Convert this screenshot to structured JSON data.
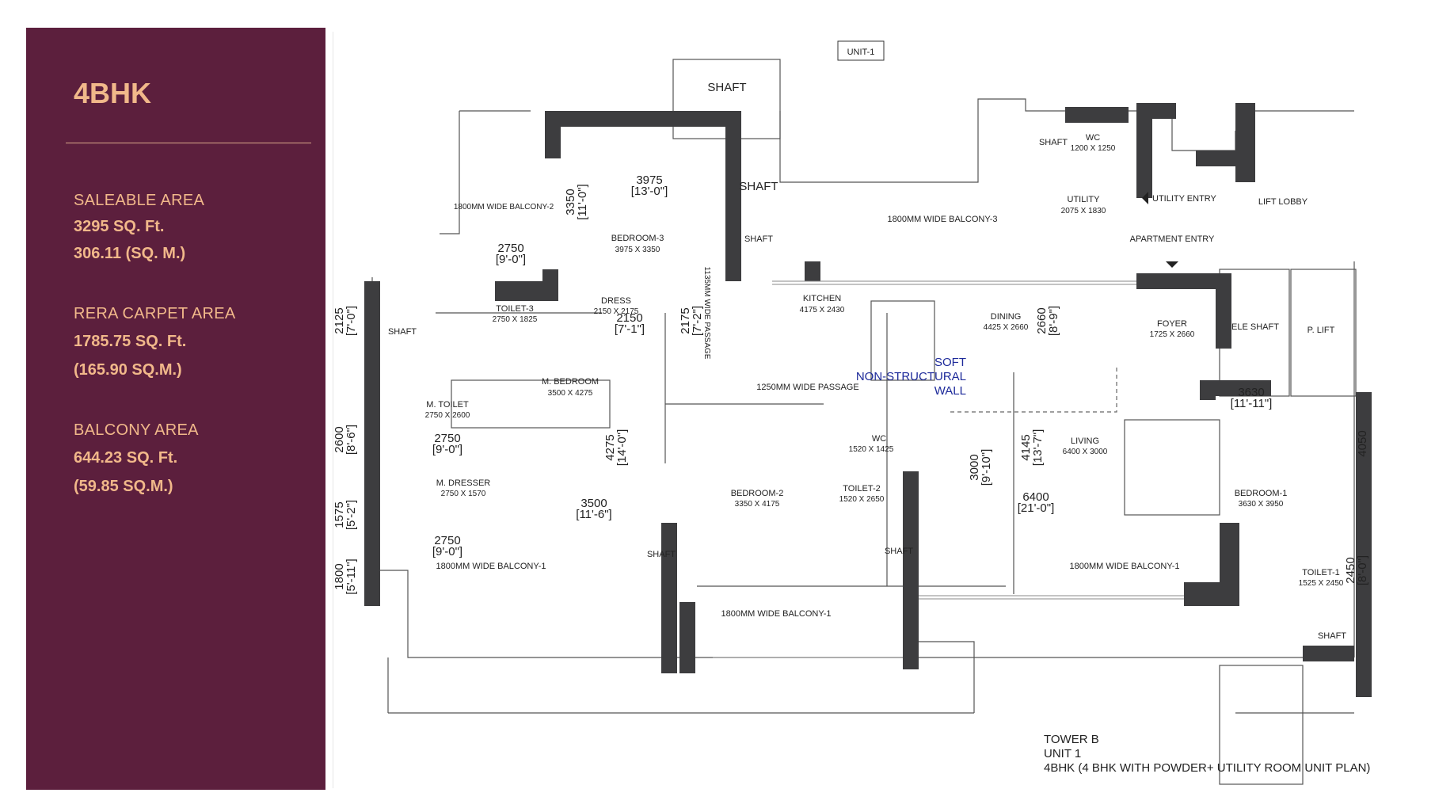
{
  "panel": {
    "title": "4BHK",
    "saleable_label": "SALEABLE AREA",
    "saleable_sqft": "3295 SQ. Ft.",
    "saleable_sqm": "306.11 (SQ. M.)",
    "carpet_label": "RERA CARPET AREA",
    "carpet_sqft": "1785.75 SQ. Ft.",
    "carpet_sqm": "(165.90 SQ.M.)",
    "balcony_label": "BALCONY AREA",
    "balcony_sqft": "644.23 SQ. Ft.",
    "balcony_sqm": "(59.85 SQ.M.)"
  },
  "colors": {
    "panel_bg": "#5c1f3d",
    "panel_text": "#f1b88a",
    "wall": "#3d3d3f",
    "note_blue": "#1d2a9a"
  },
  "plan": {
    "unit_tag": "UNIT-1",
    "rooms": {
      "shaft_top": "SHAFT",
      "shaft_mid": "SHAFT",
      "shaft_small_1": "SHAFT",
      "shaft_wc": "SHAFT",
      "wc_top": "WC",
      "wc_top_size": "1200 X 1250",
      "utility": "UTILITY",
      "utility_size": "2075 X 1830",
      "utility_entry": "UTILITY ENTRY",
      "lift_lobby": "LIFT LOBBY",
      "apartment_entry": "APARTMENT ENTRY",
      "balcony2": "1800MM WIDE BALCONY-2",
      "balcony3": "1800MM WIDE BALCONY-3",
      "bedroom3": "BEDROOM-3",
      "bedroom3_size": "3975 X 3350",
      "passage_1135": "1135MM WIDE PASSAGE",
      "toilet3": "TOILET-3",
      "toilet3_size": "2750 X 1825",
      "dress": "DRESS",
      "dress_size": "2150 X 2175",
      "kitchen": "KITCHEN",
      "kitchen_size": "4175 X 2430",
      "dining": "DINING",
      "dining_size": "4425 X 2660",
      "foyer": "FOYER",
      "foyer_size": "1725 X 2660",
      "ele_shaft": "ELE SHAFT",
      "p_lift": "P. LIFT",
      "shaft_left": "SHAFT",
      "m_bedroom": "M. BEDROOM",
      "m_bedroom_size": "3500 X 4275",
      "passage_1250": "1250MM WIDE PASSAGE",
      "soft_wall_1": "SOFT",
      "soft_wall_2": "NON-STRUCTURAL",
      "soft_wall_3": "WALL",
      "m_toilet": "M. TOILET",
      "m_toilet_size": "2750 X 2600",
      "m_dresser": "M. DRESSER",
      "m_dresser_size": "2750 X 1570",
      "wc2": "WC",
      "wc2_size": "1520 X 1425",
      "toilet2": "TOILET-2",
      "toilet2_size": "1520 X 2650",
      "bedroom2": "BEDROOM-2",
      "bedroom2_size": "3350 X 4175",
      "living": "LIVING",
      "living_size": "6400 X 3000",
      "bedroom1": "BEDROOM-1",
      "bedroom1_size": "3630 X 3950",
      "toilet1": "TOILET-1",
      "toilet1_size": "1525 X 2450",
      "shaft_bottom_1": "SHAFT",
      "shaft_bottom_2": "SHAFT",
      "shaft_bottom_3": "SHAFT",
      "balcony1_left": "1800MM WIDE BALCONY-1",
      "balcony1_right": "1800MM WIDE BALCONY-1",
      "balcony1_bottom": "1800MM WIDE BALCONY-1"
    },
    "dims": {
      "d3975": "3975",
      "d13": "[13'-0\"]",
      "d3350": "3350",
      "d11": "[11'-0\"]",
      "d2750a": "2750",
      "d9a": "[9'-0\"]",
      "d2150": "2150",
      "d71": "[7'-1\"]",
      "d2175": "2175",
      "d72": "[7'-2\"]",
      "d2660": "2660",
      "d89": "[8'-9\"]",
      "d2125": "2125",
      "d70": "[7'-0\"]",
      "d2600": "2600",
      "d86": "[8'-6\"]",
      "d2750b": "2750",
      "d9b": "[9'-0\"]",
      "d1575": "1575",
      "d52": "[5'-2\"]",
      "d4275": "4275",
      "d14": "[14'-0\"]",
      "d3500": "3500",
      "d116": "[11'-6\"]",
      "d2750c": "2750",
      "d9c": "[9'-0\"]",
      "d1800": "1800",
      "d511": "[5'-11\"]",
      "d3000": "3000",
      "d910": "[9'-10\"]",
      "d4145": "4145",
      "d137": "[13'-7\"]",
      "d6400": "6400",
      "d21": "[21'-0\"]",
      "d3630": "3630",
      "d1111": "[11'-11\"]",
      "d4050": "4050",
      "d2450": "2450",
      "d80": "[8'-0\"]"
    },
    "notes": {
      "line1": "TOWER B",
      "line2": "UNIT 1",
      "line3": "4BHK (4 BHK WITH POWDER+ UTILITY ROOM UNIT PLAN)"
    }
  }
}
